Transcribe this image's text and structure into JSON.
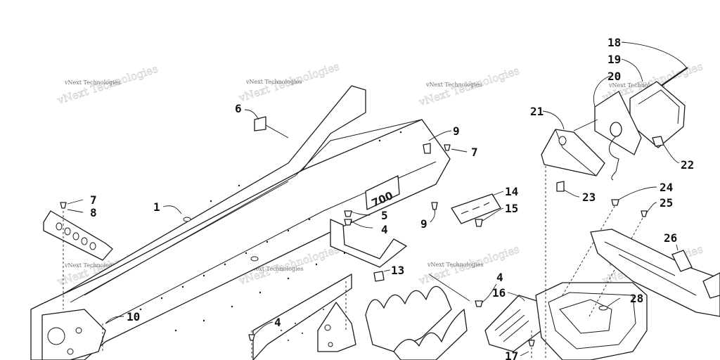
{
  "callouts": {
    "c1": "1",
    "c4a": "4",
    "c4b": "4",
    "c4c": "4",
    "c5": "5",
    "c6": "6",
    "c7a": "7",
    "c7b": "7",
    "c8": "8",
    "c9a": "9",
    "c9b": "9",
    "c10": "10",
    "c13": "13",
    "c14": "14",
    "c15": "15",
    "c16": "16",
    "c17": "17",
    "c18": "18",
    "c19": "19",
    "c20": "20",
    "c21": "21",
    "c22": "22",
    "c23": "23",
    "c24": "24",
    "c25": "25",
    "c26": "26",
    "c28": "28"
  },
  "decal": {
    "text": "700"
  },
  "watermark": {
    "text": "vNext Technologies"
  }
}
